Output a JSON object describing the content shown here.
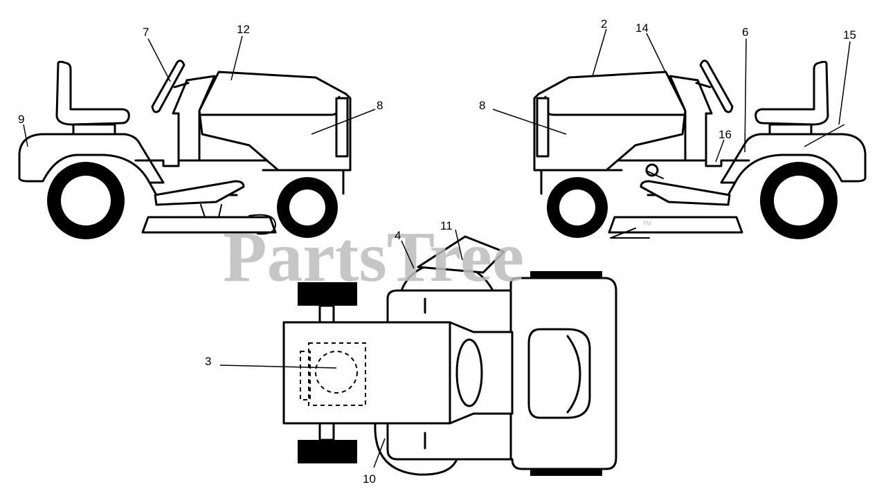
{
  "watermark": {
    "text": "PartsTree",
    "mark": "TM"
  },
  "callouts": [
    {
      "id": "c-7",
      "label": "7"
    },
    {
      "id": "c-12",
      "label": "12"
    },
    {
      "id": "c-9",
      "label": "9"
    },
    {
      "id": "c-8a",
      "label": "8"
    },
    {
      "id": "c-2",
      "label": "2"
    },
    {
      "id": "c-14",
      "label": "14"
    },
    {
      "id": "c-6",
      "label": "6"
    },
    {
      "id": "c-15",
      "label": "15"
    },
    {
      "id": "c-8b",
      "label": "8"
    },
    {
      "id": "c-16",
      "label": "16"
    },
    {
      "id": "c-11",
      "label": "11"
    },
    {
      "id": "c-4",
      "label": "4"
    },
    {
      "id": "c-3",
      "label": "3"
    },
    {
      "id": "c-10",
      "label": "10"
    }
  ]
}
